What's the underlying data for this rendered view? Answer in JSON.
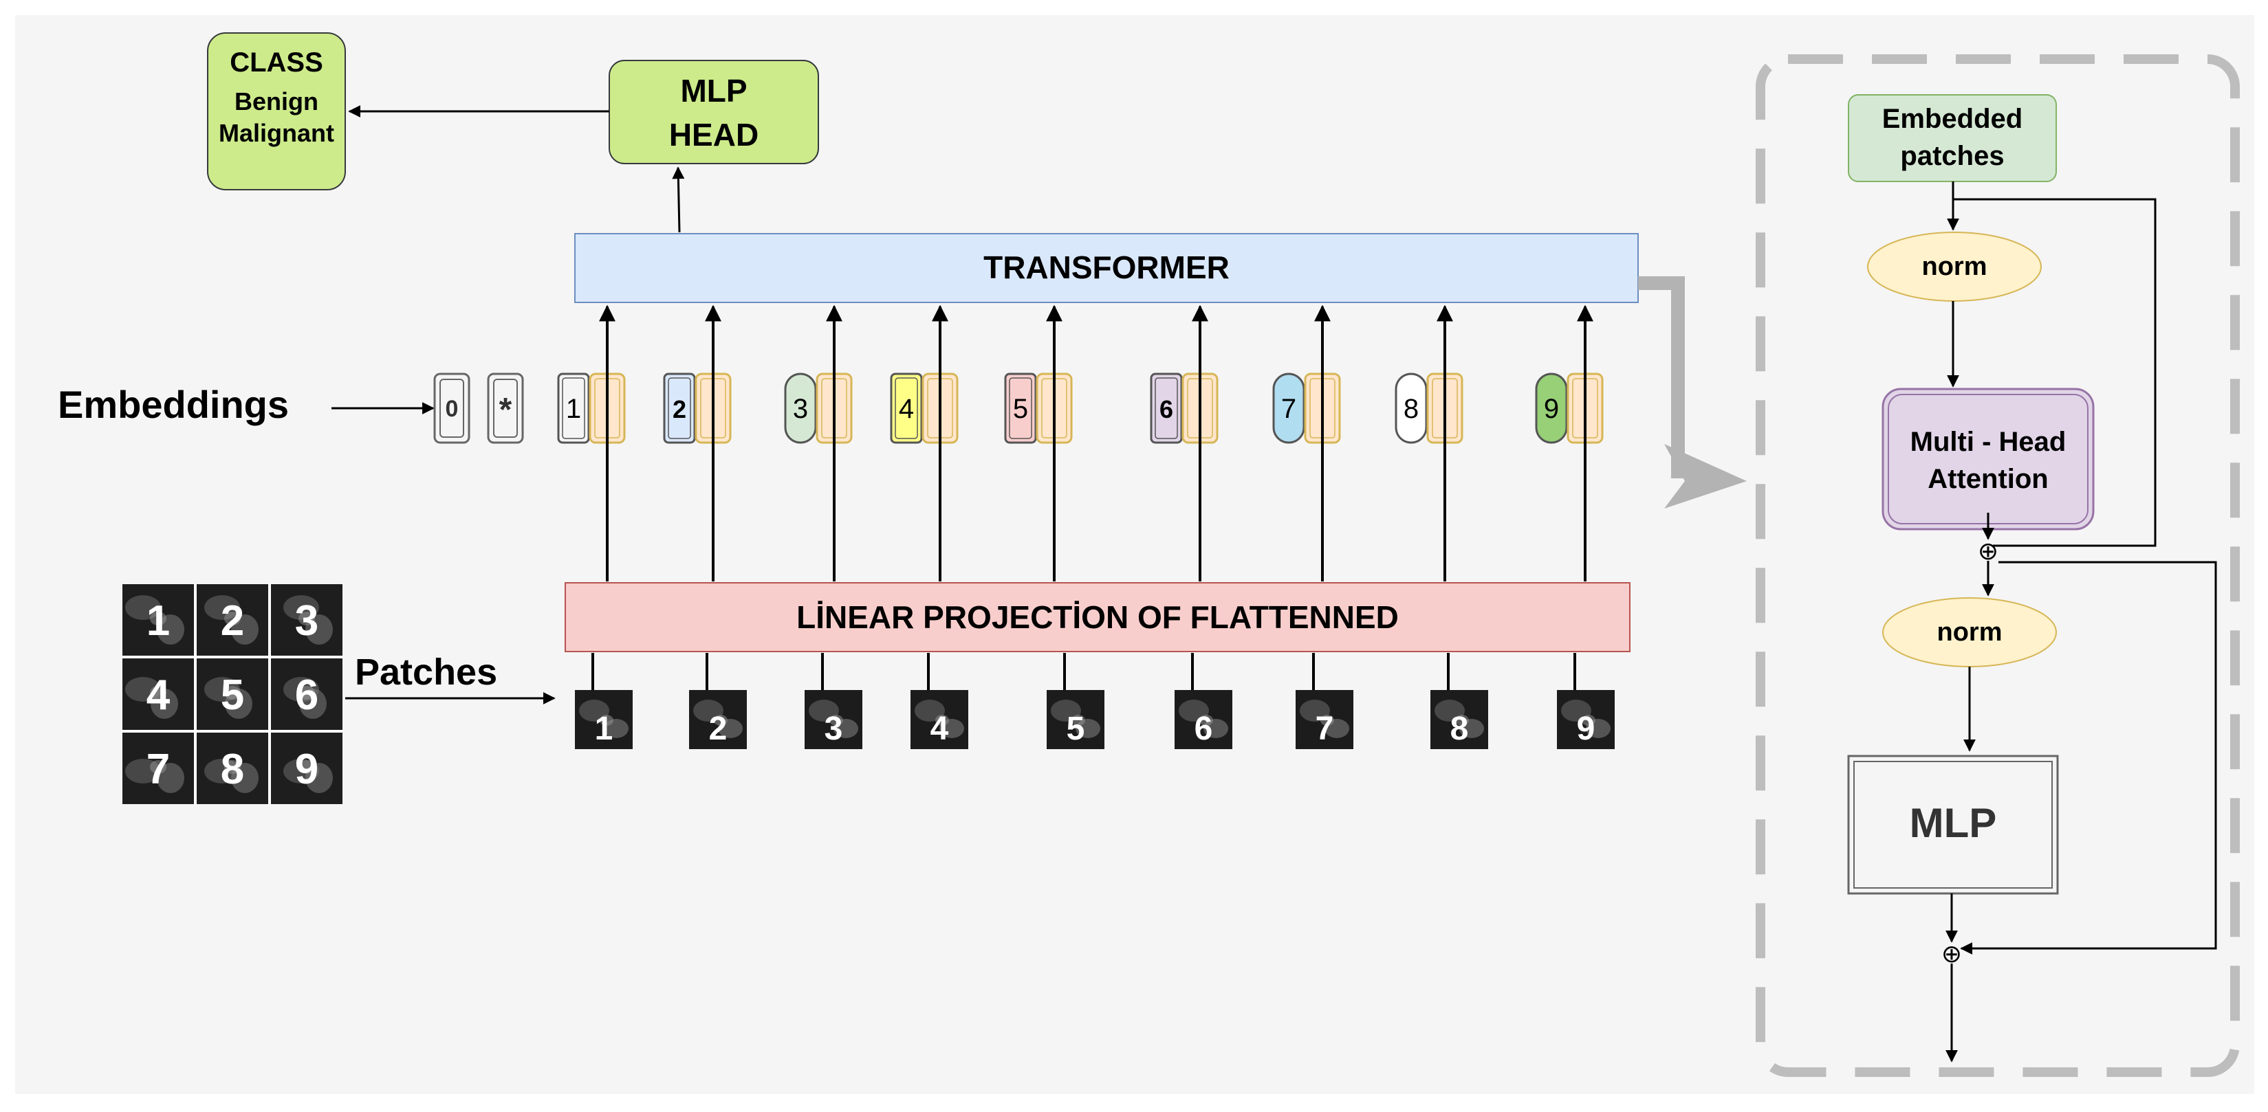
{
  "labels": {
    "class_title": "CLASS",
    "class_benign": "Benign",
    "class_malignant": "Malignant",
    "mlp_head_line1": "MLP",
    "mlp_head_line2": "HEAD",
    "transformer": "TRANSFORMER",
    "embeddings": "Embeddings",
    "linear_projection": "LİNEAR PROJECTİON OF FLATTENNED",
    "patches": "Patches"
  },
  "tokens": {
    "cls_zero": "0",
    "cls_star": "*"
  },
  "patch_numbers": [
    "1",
    "2",
    "3",
    "4",
    "5",
    "6",
    "7",
    "8",
    "9"
  ],
  "grid_numbers": [
    "1",
    "2",
    "3",
    "4",
    "5",
    "6",
    "7",
    "8",
    "9"
  ],
  "encoder": {
    "embedded_patches_line1": "Embedded",
    "embedded_patches_line2": "patches",
    "norm1": "norm",
    "mha_line1": "Multi - Head",
    "mha_line2": "Attention",
    "norm2": "norm",
    "mlp": "MLP",
    "add_symbol": "⊕"
  },
  "colors": {
    "background": "#f5f5f5",
    "class_fill": "#cdeb8b",
    "transformer_fill": "#dae8fc",
    "projection_fill": "#f8cecc",
    "pos_embedding_fill": "#ffe6cc",
    "pos_embedding_border": "#d6b656",
    "embedded_patches_fill": "#d5e8d4",
    "norm_fill": "#fff2cc",
    "mha_fill": "#e1d5e7",
    "mlp_fill": "#f5f5f5",
    "dash_border": "#bdbdbd",
    "token_fills": [
      "#f5f5f5",
      "#dae8fc",
      "#d5e8d4",
      "#ffff88",
      "#f8cecc",
      "#e1d5e7",
      "#b1ddf0",
      "#ffffff",
      "#97d077"
    ]
  }
}
